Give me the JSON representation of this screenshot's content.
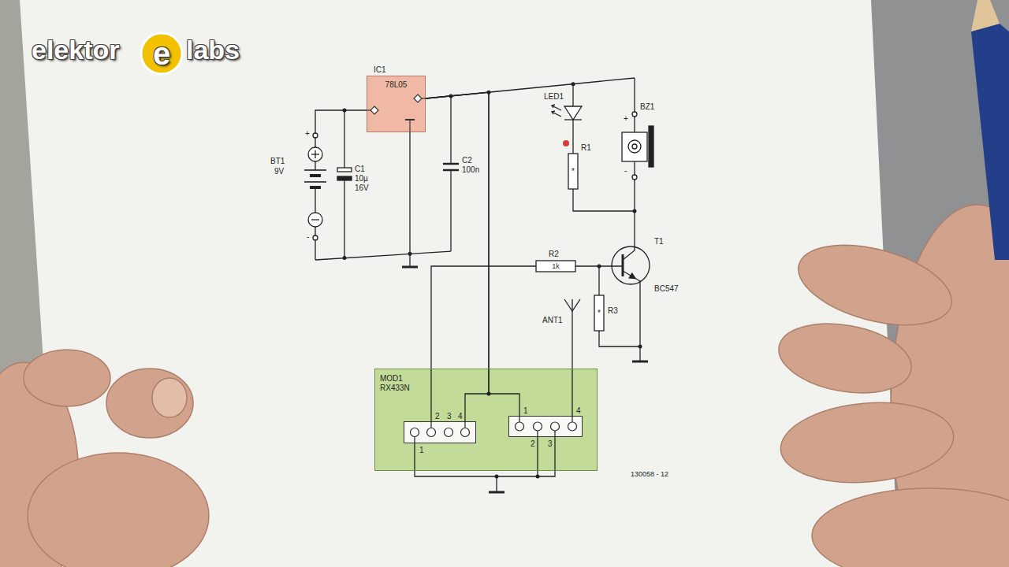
{
  "diagram": {
    "nodes": [
      {
        "text": [
          "IC1",
          "78L05"
        ]
      },
      {
        "text": [
          "MOD1 RX433N"
        ]
      },
      {
        "text": [
          "2",
          "3",
          "4",
          "1"
        ],
        "in": 1
      },
      {
        "text": [
          "1",
          "4",
          "2",
          "3"
        ],
        "in": 1
      }
    ],
    "edges": [
      {
        "from": 0,
        "to": 3,
        "arrow": "none"
      },
      {
        "from": 0,
        "to": 2,
        "arrow": "none"
      },
      {
        "from": 2,
        "to": 3,
        "arrow": "none"
      }
    ],
    "labels": [
      "elektor",
      "e",
      "labs",
      "+",
      "BT1",
      "9V",
      "-",
      "C1",
      "10µ",
      "16V",
      "C2",
      "100n",
      "LED1",
      "R1",
      "*",
      "+",
      "BZ1",
      "-",
      "T1",
      "BC547",
      "R2",
      "1k",
      "R3",
      "*",
      "ANT1",
      "130058 - 12"
    ]
  }
}
